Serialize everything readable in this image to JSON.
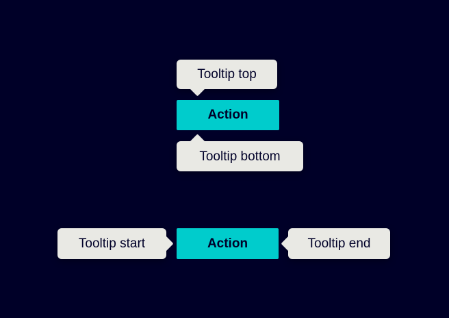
{
  "colors": {
    "background": "#000028",
    "tooltip_bg": "#e9e9e4",
    "action_bg": "#00cccc",
    "text_dark": "#000028"
  },
  "top_group": {
    "tooltip_top_label": "Tooltip top",
    "action_label": "Action",
    "tooltip_bottom_label": "Tooltip bottom"
  },
  "bottom_group": {
    "tooltip_start_label": "Tooltip start",
    "action_label": "Action",
    "tooltip_end_label": "Tooltip end"
  }
}
